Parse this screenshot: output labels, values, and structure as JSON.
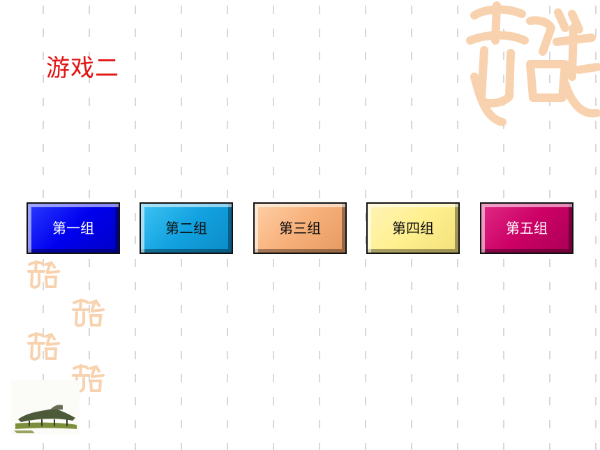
{
  "slide": {
    "title": "游戏二"
  },
  "groups": [
    {
      "label": "第一组",
      "color": "#0000ee"
    },
    {
      "label": "第二组",
      "color": "#12a2e0"
    },
    {
      "label": "第三组",
      "color": "#f7b07a"
    },
    {
      "label": "第四组",
      "color": "#fff08f"
    },
    {
      "label": "第五组",
      "color": "#cc0066"
    }
  ],
  "decorations": {
    "seal_color": "#f8d2ae",
    "dash_color": "#d8d8d8",
    "title_color": "#e11313"
  }
}
